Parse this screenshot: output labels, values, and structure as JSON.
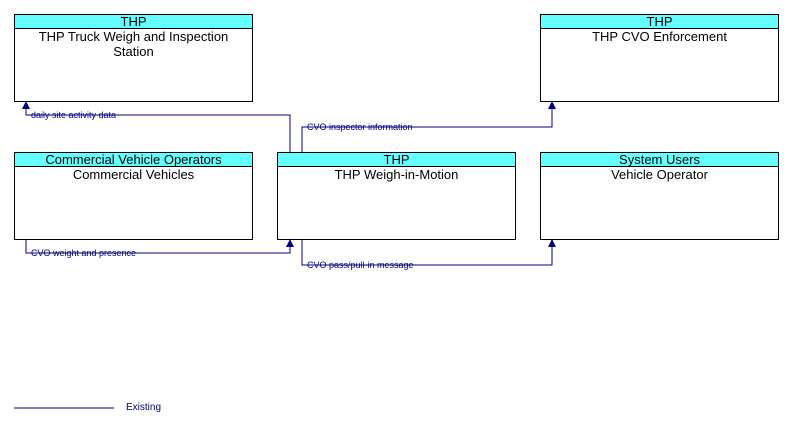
{
  "colors": {
    "header_fill": "#66ffff",
    "flow_line": "#000080",
    "border": "#000000"
  },
  "elements": [
    {
      "id": "truck_weigh",
      "owner": "THP",
      "name": "THP Truck Weigh and Inspection Station"
    },
    {
      "id": "cvo_enforcement",
      "owner": "THP",
      "name": "THP CVO Enforcement"
    },
    {
      "id": "commercial_vehicles",
      "owner": "Commercial Vehicle Operators",
      "name": "Commercial Vehicles"
    },
    {
      "id": "weigh_in_motion",
      "owner": "THP",
      "name": "THP Weigh-in-Motion"
    },
    {
      "id": "vehicle_operator",
      "owner": "System Users",
      "name": "Vehicle Operator"
    }
  ],
  "flows": [
    {
      "label": "daily site activity data",
      "from": "weigh_in_motion",
      "to": "truck_weigh",
      "status": "Existing"
    },
    {
      "label": "CVO inspector information",
      "from": "weigh_in_motion",
      "to": "cvo_enforcement",
      "status": "Existing"
    },
    {
      "label": "CVO weight and presence",
      "from": "commercial_vehicles",
      "to": "weigh_in_motion",
      "status": "Existing"
    },
    {
      "label": "CVO pass/pull-in message",
      "from": "weigh_in_motion",
      "to": "vehicle_operator",
      "status": "Existing"
    }
  ],
  "legend": {
    "existing_label": "Existing"
  }
}
